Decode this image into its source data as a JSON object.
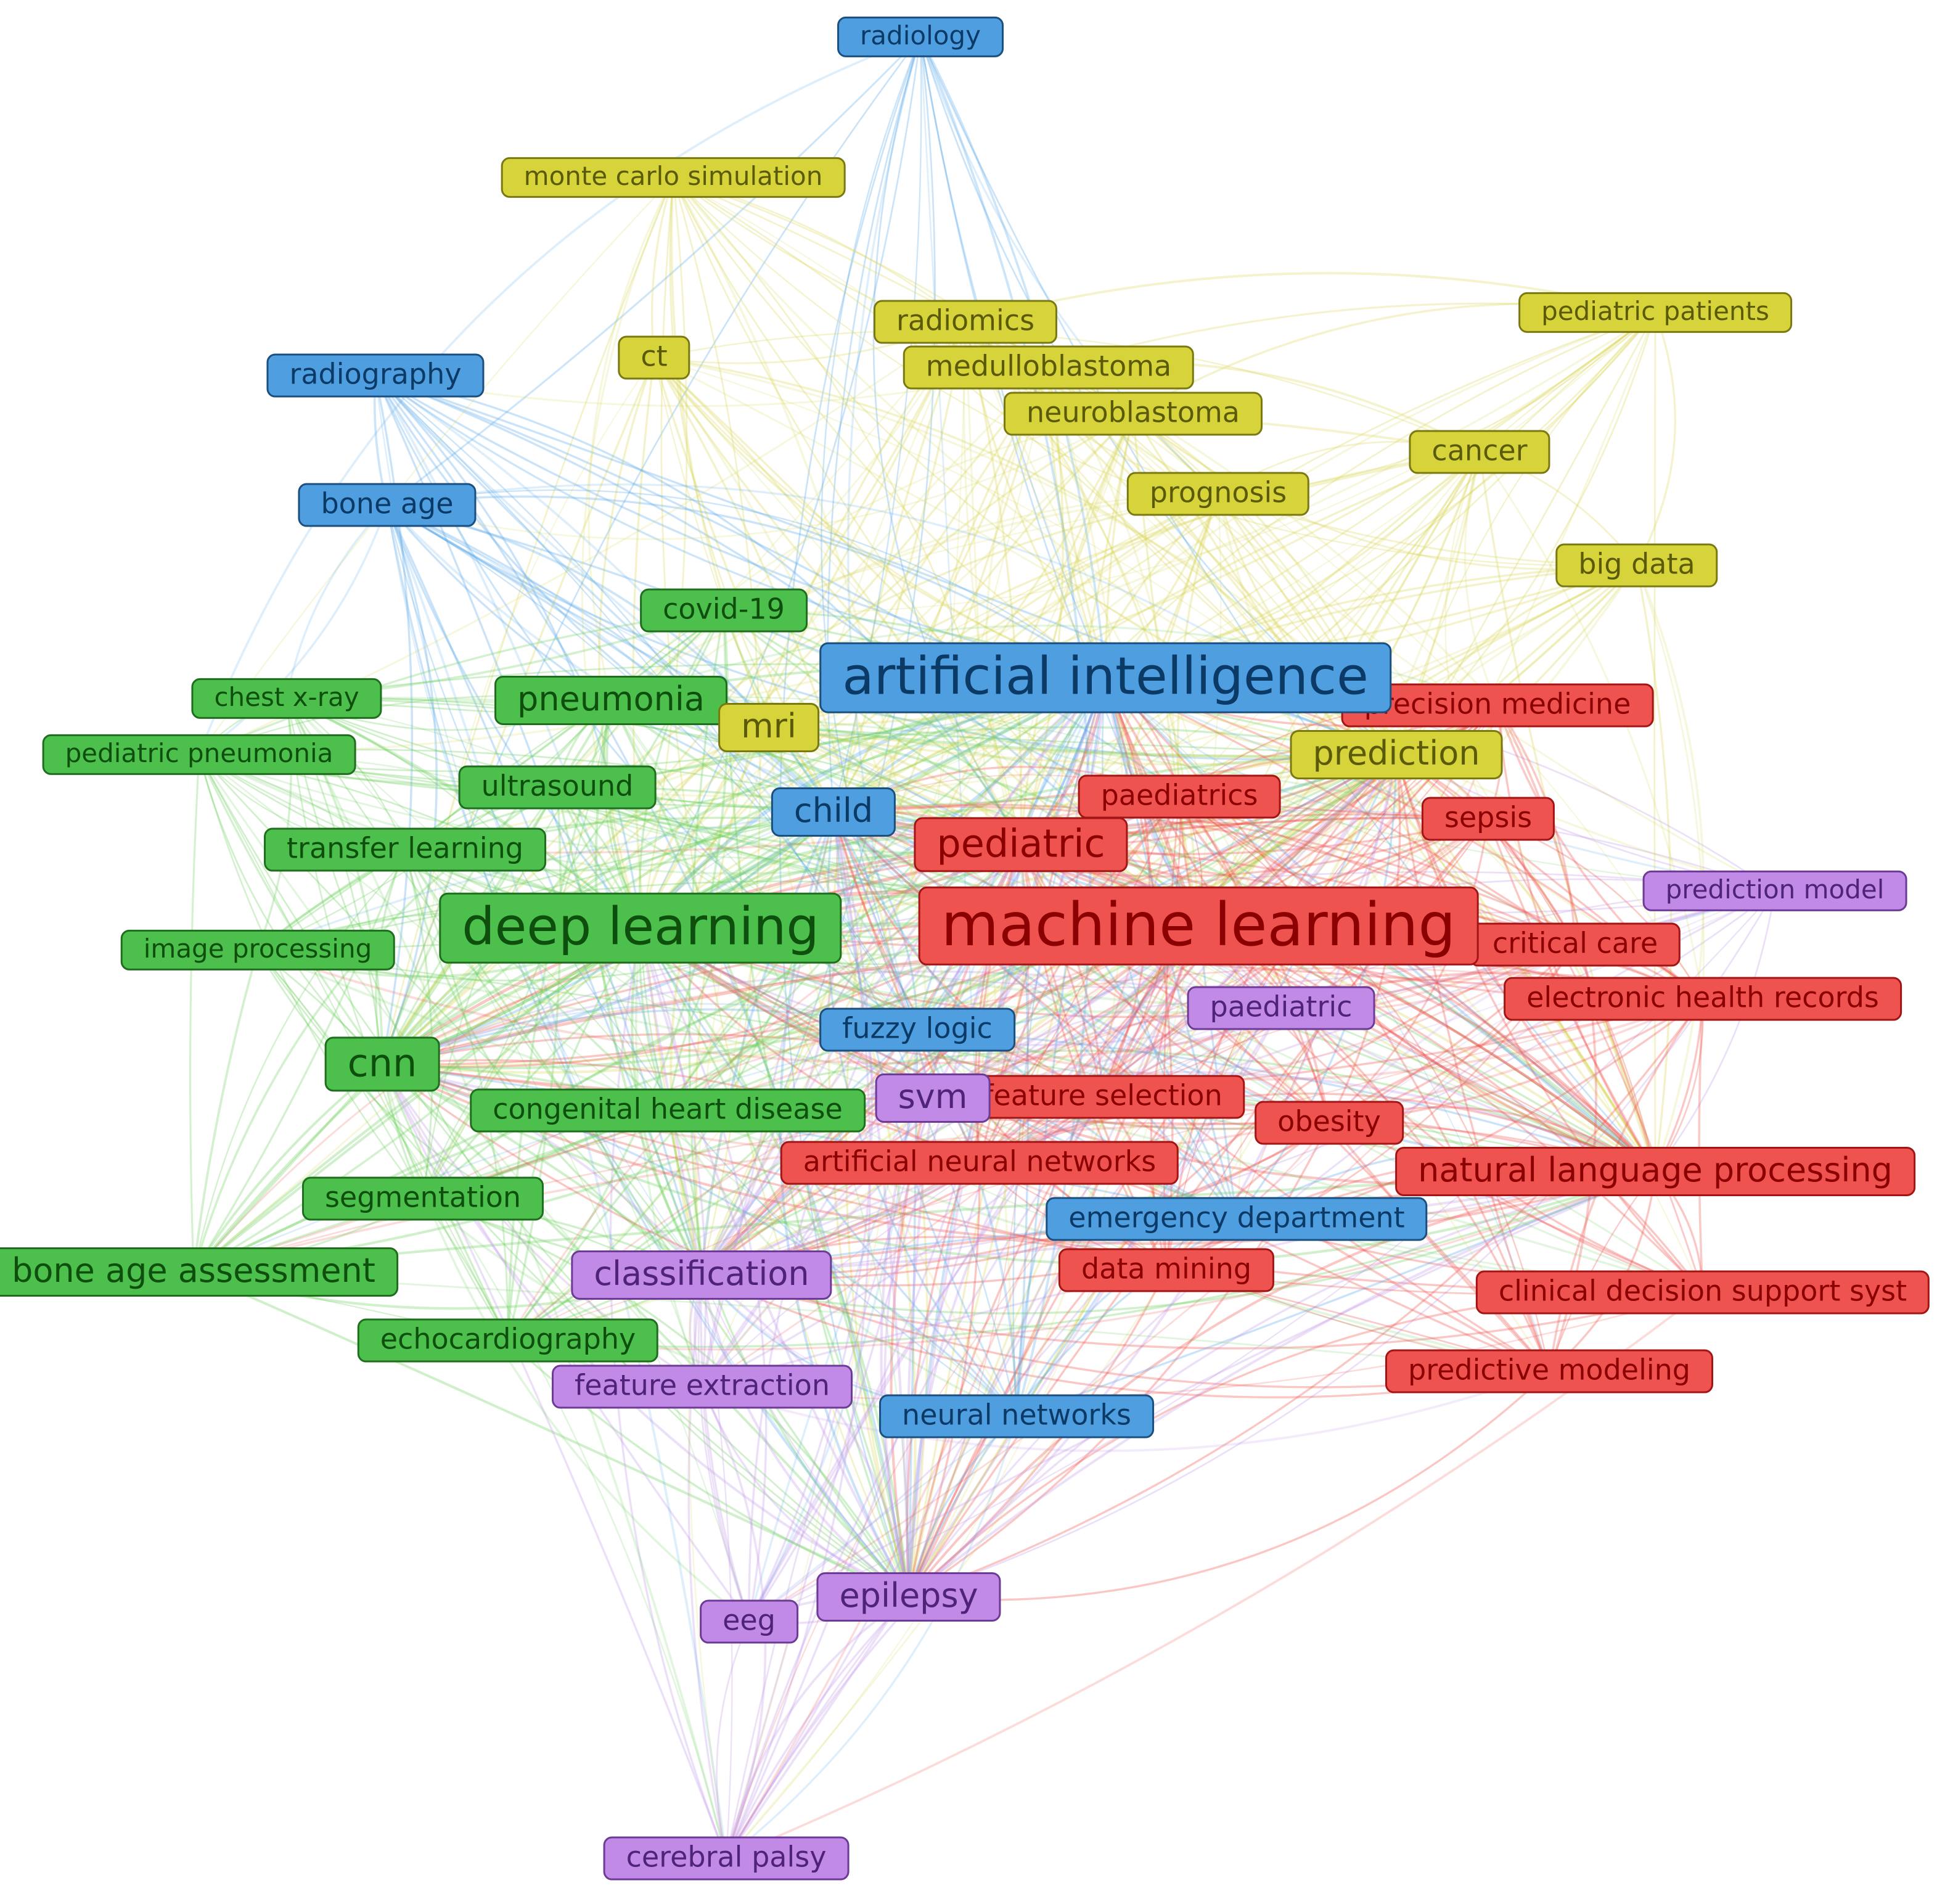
{
  "clusters": {
    "red": {
      "fill": "#ef5350",
      "border": "#a31515",
      "text": "#8b0000",
      "edge": "#f0504a"
    },
    "green": {
      "fill": "#4cbf4c",
      "border": "#1e6e1e",
      "text": "#0e4f0e",
      "edge": "#6dcf5e"
    },
    "blue": {
      "fill": "#4f9fe0",
      "border": "#1a4f80",
      "text": "#0c3a66",
      "edge": "#5aa8e8"
    },
    "yellow": {
      "fill": "#d6d43a",
      "border": "#7a7810",
      "text": "#5b5a08",
      "edge": "#d9d65a"
    },
    "purple": {
      "fill": "#c08ae6",
      "border": "#6d3a96",
      "text": "#4f2378",
      "edge": "#c39be9"
    }
  },
  "nodes": [
    {
      "id": "radiology",
      "label": "radiology",
      "cluster": "blue",
      "weight": 1
    },
    {
      "id": "monte-carlo-simulation",
      "label": "monte carlo simulation",
      "cluster": "yellow",
      "weight": 1
    },
    {
      "id": "radiomics",
      "label": "radiomics",
      "cluster": "yellow",
      "weight": 2
    },
    {
      "id": "pediatric-patients",
      "label": "pediatric patients",
      "cluster": "yellow",
      "weight": 1
    },
    {
      "id": "ct",
      "label": "ct",
      "cluster": "yellow",
      "weight": 2
    },
    {
      "id": "medulloblastoma",
      "label": "medulloblastoma",
      "cluster": "yellow",
      "weight": 2
    },
    {
      "id": "radiography",
      "label": "radiography",
      "cluster": "blue",
      "weight": 2
    },
    {
      "id": "neuroblastoma",
      "label": "neuroblastoma",
      "cluster": "yellow",
      "weight": 2
    },
    {
      "id": "cancer",
      "label": "cancer",
      "cluster": "yellow",
      "weight": 2
    },
    {
      "id": "prognosis",
      "label": "prognosis",
      "cluster": "yellow",
      "weight": 2
    },
    {
      "id": "bone-age",
      "label": "bone age",
      "cluster": "blue",
      "weight": 2
    },
    {
      "id": "big-data",
      "label": "big data",
      "cluster": "yellow",
      "weight": 2
    },
    {
      "id": "covid-19",
      "label": "covid-19",
      "cluster": "green",
      "weight": 2
    },
    {
      "id": "artificial-intelligence",
      "label": "artificial intelligence",
      "cluster": "blue",
      "weight": 6
    },
    {
      "id": "chest-x-ray",
      "label": "chest x-ray",
      "cluster": "green",
      "weight": 1
    },
    {
      "id": "pneumonia",
      "label": "pneumonia",
      "cluster": "green",
      "weight": 3
    },
    {
      "id": "precision-medicine",
      "label": "precision medicine",
      "cluster": "red",
      "weight": 2
    },
    {
      "id": "mri",
      "label": "mri",
      "cluster": "yellow",
      "weight": 3
    },
    {
      "id": "pediatric-pneumonia",
      "label": "pediatric pneumonia",
      "cluster": "green",
      "weight": 1
    },
    {
      "id": "prediction",
      "label": "prediction",
      "cluster": "yellow",
      "weight": 3
    },
    {
      "id": "ultrasound",
      "label": "ultrasound",
      "cluster": "green",
      "weight": 2
    },
    {
      "id": "paediatrics",
      "label": "paediatrics",
      "cluster": "red",
      "weight": 2
    },
    {
      "id": "child",
      "label": "child",
      "cluster": "blue",
      "weight": 3
    },
    {
      "id": "sepsis",
      "label": "sepsis",
      "cluster": "red",
      "weight": 2
    },
    {
      "id": "transfer-learning",
      "label": "transfer learning",
      "cluster": "green",
      "weight": 2
    },
    {
      "id": "pediatric",
      "label": "pediatric",
      "cluster": "red",
      "weight": 4
    },
    {
      "id": "prediction-model",
      "label": "prediction model",
      "cluster": "purple",
      "weight": 1
    },
    {
      "id": "deep-learning",
      "label": "deep learning",
      "cluster": "green",
      "weight": 6
    },
    {
      "id": "machine-learning",
      "label": "machine learning",
      "cluster": "red",
      "weight": 7
    },
    {
      "id": "critical-care",
      "label": "critical care",
      "cluster": "red",
      "weight": 2
    },
    {
      "id": "image-processing",
      "label": "image processing",
      "cluster": "green",
      "weight": 1
    },
    {
      "id": "electronic-health-records",
      "label": "electronic health records",
      "cluster": "red",
      "weight": 2
    },
    {
      "id": "paediatric",
      "label": "paediatric",
      "cluster": "purple",
      "weight": 2
    },
    {
      "id": "fuzzy-logic",
      "label": "fuzzy logic",
      "cluster": "blue",
      "weight": 2
    },
    {
      "id": "cnn",
      "label": "cnn",
      "cluster": "green",
      "weight": 4
    },
    {
      "id": "feature-selection",
      "label": "feature selection",
      "cluster": "red",
      "weight": 2
    },
    {
      "id": "svm",
      "label": "svm",
      "cluster": "purple",
      "weight": 3
    },
    {
      "id": "congenital-heart-disease",
      "label": "congenital heart disease",
      "cluster": "green",
      "weight": 2
    },
    {
      "id": "obesity",
      "label": "obesity",
      "cluster": "red",
      "weight": 2
    },
    {
      "id": "artificial-neural-networks",
      "label": "artificial neural networks",
      "cluster": "red",
      "weight": 2
    },
    {
      "id": "natural-language-processing",
      "label": "natural language processing",
      "cluster": "red",
      "weight": 3
    },
    {
      "id": "segmentation",
      "label": "segmentation",
      "cluster": "green",
      "weight": 2
    },
    {
      "id": "emergency-department",
      "label": "emergency department",
      "cluster": "blue",
      "weight": 2
    },
    {
      "id": "bone-age-assessment",
      "label": "bone age assessment",
      "cluster": "green",
      "weight": 3
    },
    {
      "id": "classification",
      "label": "classification",
      "cluster": "purple",
      "weight": 3
    },
    {
      "id": "data-mining",
      "label": "data mining",
      "cluster": "red",
      "weight": 2
    },
    {
      "id": "clinical-decision-support-syst",
      "label": "clinical decision support syst",
      "cluster": "red",
      "weight": 2
    },
    {
      "id": "echocardiography",
      "label": "echocardiography",
      "cluster": "green",
      "weight": 2
    },
    {
      "id": "feature-extraction",
      "label": "feature extraction",
      "cluster": "purple",
      "weight": 2
    },
    {
      "id": "predictive-modeling",
      "label": "predictive modeling",
      "cluster": "red",
      "weight": 2
    },
    {
      "id": "neural-networks",
      "label": "neural networks",
      "cluster": "blue",
      "weight": 2
    },
    {
      "id": "epilepsy",
      "label": "epilepsy",
      "cluster": "purple",
      "weight": 3
    },
    {
      "id": "eeg",
      "label": "eeg",
      "cluster": "purple",
      "weight": 2
    },
    {
      "id": "cerebral-palsy",
      "label": "cerebral palsy",
      "cluster": "purple",
      "weight": 2
    }
  ]
}
